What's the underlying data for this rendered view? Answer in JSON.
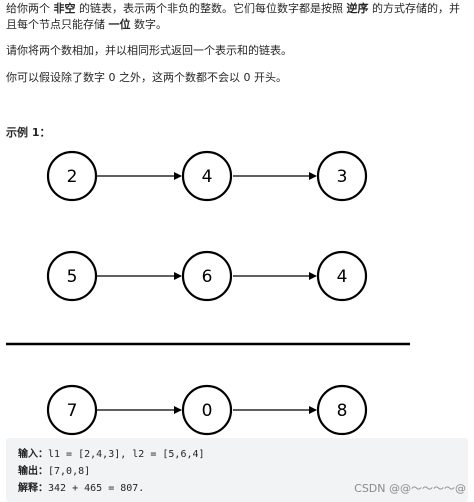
{
  "description": {
    "p1_parts": [
      "给你两个 ",
      "非空",
      " 的链表，表示两个非负的整数。它们每位数字都是按照 ",
      "逆序",
      " 的方式存储的，并且每个节点只能存储 ",
      "一位",
      " 数字。"
    ],
    "p2": "请你将两个数相加，并以相同形式返回一个表示和的链表。",
    "p3": "你可以假设除了数字 0 之外，这两个数都不会以 0 开头。"
  },
  "example": {
    "title": "示例 1：",
    "list1": [
      "2",
      "4",
      "3"
    ],
    "list2": [
      "5",
      "6",
      "4"
    ],
    "result": [
      "7",
      "0",
      "8"
    ],
    "input_label": "输入：",
    "input_value": "l1 = [2,4,3], l2 = [5,6,4]",
    "output_label": "输出：",
    "output_value": "[7,0,8]",
    "explain_label": "解释：",
    "explain_value": "342 + 465 = 807."
  },
  "watermark": "CSDN @@～～～～@"
}
